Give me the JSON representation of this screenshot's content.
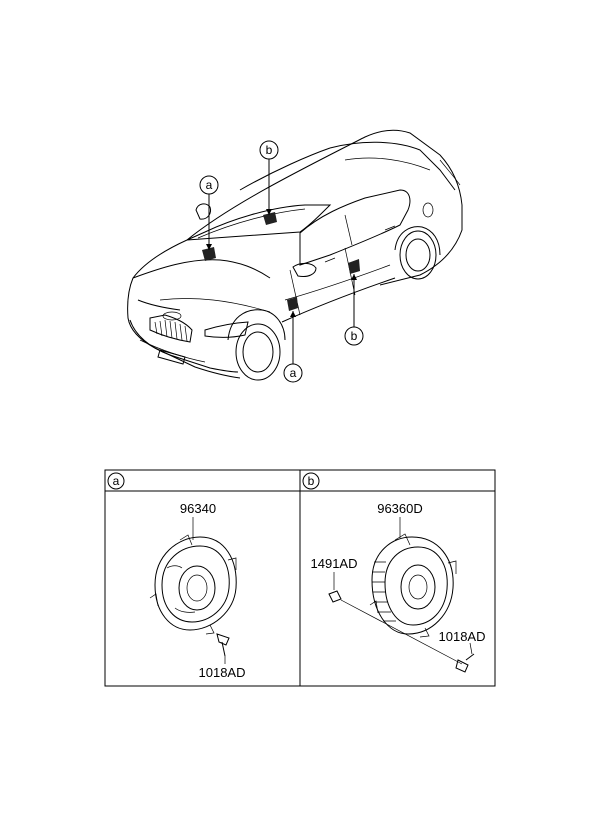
{
  "car_callouts": {
    "a_left": "a",
    "b_top": "b",
    "b_door": "b",
    "a_door": "a"
  },
  "table": {
    "panel_a": {
      "marker": "a",
      "part_speaker": "96340",
      "part_screw": "1018AD"
    },
    "panel_b": {
      "marker": "b",
      "part_speaker": "96360D",
      "part_nut": "1491AD",
      "part_screw": "1018AD"
    }
  }
}
